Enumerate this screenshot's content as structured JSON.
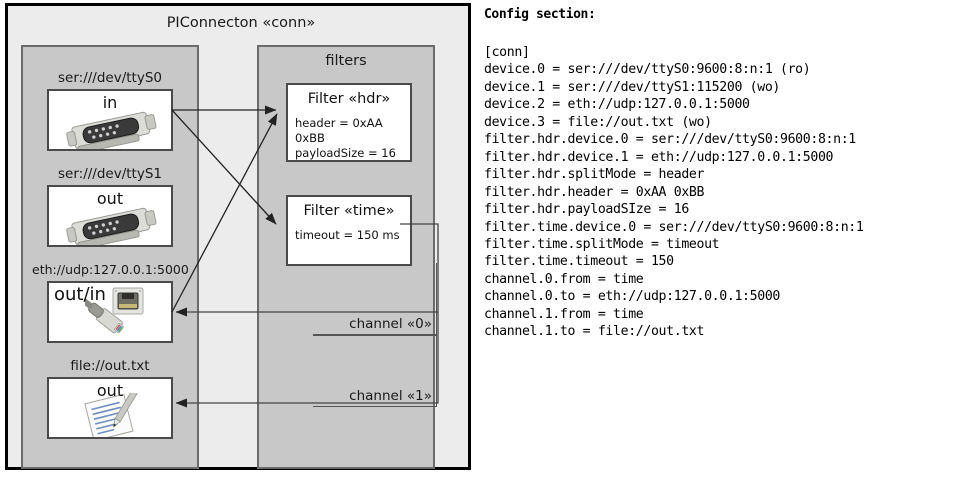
{
  "diagram": {
    "title": "PIConnecton «conn»",
    "devices_panel": {
      "title": "",
      "devices": [
        {
          "label": "ser:///dev/ttyS0",
          "direction": "in",
          "icon": "serial-db9-icon"
        },
        {
          "label": "ser:///dev/ttyS1",
          "direction": "out",
          "icon": "serial-db9-icon"
        },
        {
          "label": "eth://udp:127.0.0.1:5000",
          "direction": "out/in",
          "icon": "ethernet-rj45-icon"
        },
        {
          "label": "file://out.txt",
          "direction": "out",
          "icon": "text-file-icon"
        }
      ]
    },
    "filters_panel": {
      "title": "filters",
      "filters": [
        {
          "title": "Filter «hdr»",
          "props": [
            "header = 0xAA 0xBB",
            "payloadSize = 16"
          ]
        },
        {
          "title": "Filter «time»",
          "props": [
            "timeout = 150 ms"
          ]
        }
      ],
      "channels": [
        {
          "label": "channel «0»"
        },
        {
          "label": "channel «1»"
        }
      ]
    },
    "colors": {
      "canvas": "#ececec",
      "panel": "#c8c8c8",
      "panel_border": "#6b6b6b",
      "card": "#ffffff",
      "card_border": "#4a4a4a",
      "outline": "#000000",
      "arrow": "#222222"
    }
  },
  "config": {
    "heading": "Config section:",
    "lines": [
      {
        "text": "[conn]",
        "bold_prefix": ""
      },
      {
        "text": "device.0 = ser:///dev/ttyS0:9600:8:n:1 (ro)",
        "bold_prefix": ""
      },
      {
        "text": "device.1 = ser:///dev/ttyS1:115200 (wo)",
        "bold_prefix": ""
      },
      {
        "text": "device.2 = eth://udp:127.0.0.1:5000",
        "bold_prefix": ""
      },
      {
        "text": "device.3 = file://out.txt (wo)",
        "bold_prefix": ""
      },
      {
        "text": "filter.hdr.device.0 = ser:///dev/ttyS0:9600:8:n:1",
        "bold_prefix": ""
      },
      {
        "text": "filter.hdr.device.1 = eth://udp:127.0.0.1:5000",
        "bold_prefix": ""
      },
      {
        "text": "filter.hdr.splitMode = header",
        "bold_prefix": ""
      },
      {
        "text": "filter.hdr.header = 0xAA 0xBB",
        "bold_prefix": ""
      },
      {
        "text": "filter.hdr.payloadSIze = 16",
        "bold_prefix": ""
      },
      {
        "text": "filter.time.device.0 = ser:///dev/ttyS0:9600:8:n:1",
        "bold_prefix": ""
      },
      {
        "text": "filter.time.splitMode = timeout",
        "bold_prefix": ""
      },
      {
        "text": "filter.time.timeout = 150",
        "bold_prefix": ""
      },
      {
        "text": "channel.0.from = time",
        "bold_prefix": ""
      },
      {
        "text": "channel.0.to = eth://udp:127.0.0.1:5000",
        "bold_prefix": ""
      },
      {
        "text": "channel.1.from = time",
        "bold_prefix": ""
      },
      {
        "text": "channel.1.to = file://out.txt",
        "bold_prefix": ""
      }
    ],
    "full_text": "[conn]\ndevice.0 = ser:///dev/ttyS0:9600:8:n:1 (ro)\ndevice.1 = ser:///dev/ttyS1:115200 (wo)\ndevice.2 = eth://udp:127.0.0.1:5000\ndevice.3 = file://out.txt (wo)\nfilter.hdr.device.0 = ser:///dev/ttyS0:9600:8:n:1\nfilter.hdr.device.1 = eth://udp:127.0.0.1:5000\nfilter.hdr.splitMode = header\nfilter.hdr.header = 0xAA 0xBB\nfilter.hdr.payloadSIze = 16\nfilter.time.device.0 = ser:///dev/ttyS0:9600:8:n:1\nfilter.time.splitMode = timeout\nfilter.time.timeout = 150\nchannel.0.from = time\nchannel.0.to = eth://udp:127.0.0.1:5000\nchannel.1.from = time\nchannel.1.to = file://out.txt"
  }
}
